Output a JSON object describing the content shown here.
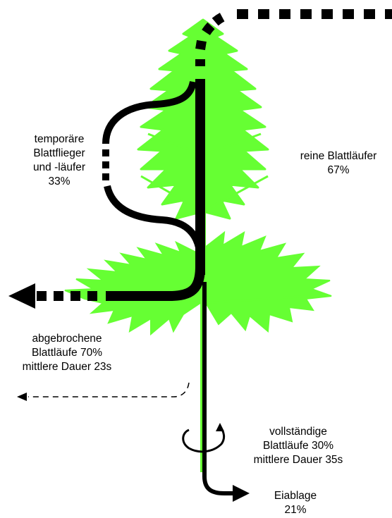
{
  "colors": {
    "plant": "#66ff33",
    "flow": "#000000",
    "background": "#ffffff"
  },
  "labels": {
    "temporary": {
      "line1": "temporäre",
      "line2": "Blattflieger",
      "line3": "und -läufer",
      "line4": "33%"
    },
    "pure_runners": {
      "line1": "reine Blattläufer",
      "line2": "67%"
    },
    "aborted": {
      "line1": "abgebrochene",
      "line2": "Blattläufe 70%",
      "line3": "mittlere Dauer 23s"
    },
    "complete": {
      "line1": "vollständige",
      "line2": "Blattläufe 30%",
      "line3": "mittlere Dauer 35s"
    },
    "oviposition": {
      "line1": "Eiablage",
      "line2": "21%"
    }
  }
}
